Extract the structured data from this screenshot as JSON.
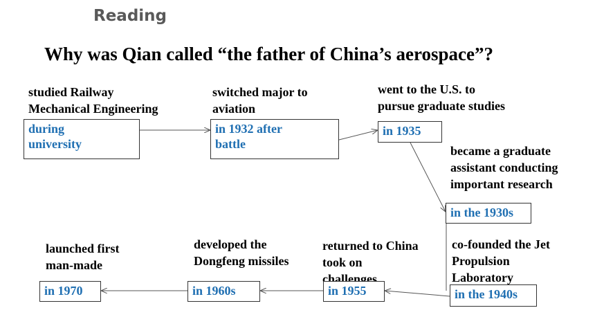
{
  "header": {
    "title": "Reading",
    "question": "Why was Qian called “the father of China’s aerospace”?"
  },
  "timeline": [
    {
      "event": "studied Railway\nMechanical Engineering",
      "time": "during\nuniversity"
    },
    {
      "event": "switched major to\naviation",
      "time": "in 1932 after\nbattle"
    },
    {
      "event": "went to the U.S. to\npursue graduate studies",
      "time": "in 1935"
    },
    {
      "event": "became a graduate\nassistant conducting\nimportant research",
      "time": "in the 1930s"
    },
    {
      "event": "co-founded the Jet\nPropulsion\nLaboratory",
      "time": "in the 1940s"
    },
    {
      "event": "returned to China\ntook on\nchallenges",
      "time": "in 1955"
    },
    {
      "event": "developed the\nDongfeng missiles",
      "time": "in 1960s"
    },
    {
      "event": "launched first\nman-made",
      "time": "in 1970"
    }
  ],
  "colors": {
    "time_text": "#1f6fb2",
    "heading": "#595959",
    "arrow": "#555555"
  }
}
